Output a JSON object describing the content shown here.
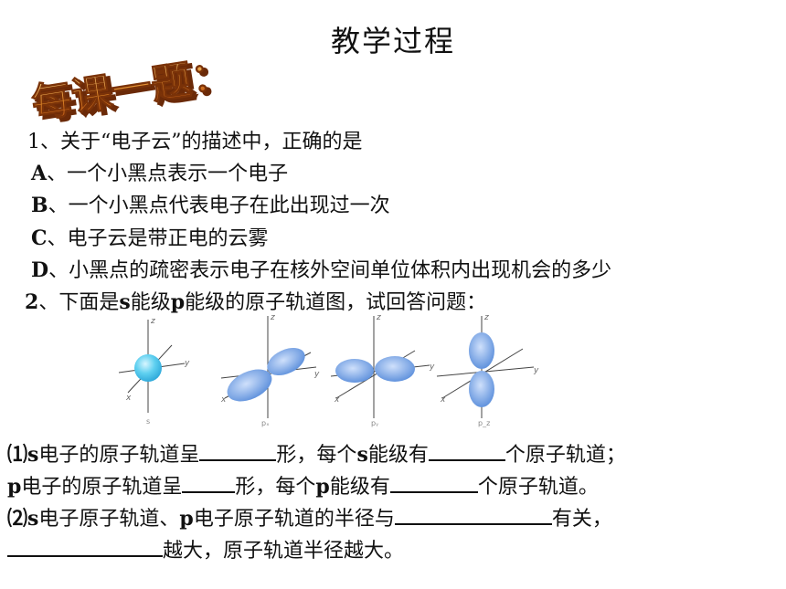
{
  "slide": {
    "title": "教学过程",
    "stamp_text": "每课一题：",
    "q1": {
      "stem": "1、关于“电子云”的描述中，正确的是",
      "options": [
        {
          "letter": "A",
          "text": "、一个小黑点表示一个电子"
        },
        {
          "letter": "B",
          "text": "、一个小黑点代表电子在此出现过一次"
        },
        {
          "letter": "C",
          "text": "、电子云是带正电的云雾"
        },
        {
          "letter": "D",
          "text": "、小黑点的疏密表示电子在核外空间单位体积内出现机会的多少"
        }
      ]
    },
    "q2": {
      "num": "2",
      "stem_a": "、下面是",
      "s": "s",
      "stem_b": "能级",
      "p": "p",
      "stem_c": "能级的原子轨道图，试回答问题：",
      "diagram": {
        "axis_labels": [
          "z",
          "y",
          "x"
        ],
        "captions": [
          "s",
          "pₓ",
          "pᵧ",
          "p_z"
        ]
      },
      "part1": {
        "num": "⑴",
        "s": "s",
        "t1": "电子的原子轨道呈",
        "t2": "形，每个",
        "s2": "s",
        "t3": "能级有",
        "t4": "个原子轨道；",
        "p": "p",
        "t5": "电子的原子轨道呈",
        "t6": "形，每个",
        "p2": "p",
        "t7": "能级有",
        "t8": "个原子轨道。"
      },
      "part2": {
        "num": "⑵",
        "s": "s",
        "t1": "电子原子轨道、",
        "p": "p",
        "t2": "电子原子轨道的半径与",
        "t3": "有关，",
        "t4": "越大，原子轨道半径越大。"
      }
    }
  }
}
